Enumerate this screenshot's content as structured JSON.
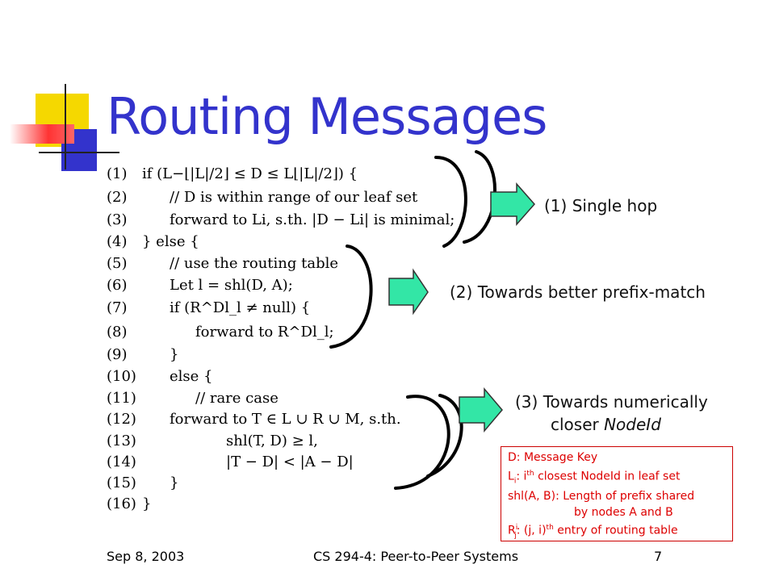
{
  "slide": {
    "title": "Routing Messages",
    "footer_date": "Sep 8, 2003",
    "footer_course": "CS 294-4: Peer-to-Peer Systems",
    "page_number": "7"
  },
  "code": {
    "lines": [
      {
        "num": "(1)",
        "text": "if (L−⌊|L|/2⌋ ≤ D ≤ L⌊|L|/2⌋) {"
      },
      {
        "num": "(2)",
        "text": "// D is within range of our leaf set"
      },
      {
        "num": "(3)",
        "text": "forward to Li, s.th. |D − Li| is minimal;"
      },
      {
        "num": "(4)",
        "text": "} else {"
      },
      {
        "num": "(5)",
        "text": "// use the routing table"
      },
      {
        "num": "(6)",
        "text": "Let l = shl(D, A);"
      },
      {
        "num": "(7)",
        "text": "if (R^Dl_l ≠ null) {"
      },
      {
        "num": "(8)",
        "text": "forward to R^Dl_l;"
      },
      {
        "num": "(9)",
        "text": "}"
      },
      {
        "num": "(10)",
        "text": "else {"
      },
      {
        "num": "(11)",
        "text": "// rare case"
      },
      {
        "num": "(12)",
        "text": "forward to T ∈ L ∪ R ∪ M, s.th."
      },
      {
        "num": "(13)",
        "text": "shl(T, D) ≥ l,"
      },
      {
        "num": "(14)",
        "text": "|T − D| < |A − D|"
      },
      {
        "num": "(15)",
        "text": "}"
      },
      {
        "num": "(16)",
        "text": "}"
      }
    ]
  },
  "labels": {
    "single_hop": "(1) Single hop",
    "prefix_match": "(2) Towards better prefix-match",
    "numerically_line1": "(3) Towards numerically",
    "numerically_line2_prefix": "closer ",
    "numerically_line2_italic": "NodeId"
  },
  "legend": {
    "d_key": "D: Message Key",
    "li_prefix": "L",
    "li_sub": "i",
    "li_mid": ": i",
    "li_sup": "th",
    "li_rest": " closest NodeId in leaf set",
    "shl_line1": "shl(A, B): Length of prefix shared",
    "shl_line2": "by nodes A and B",
    "r_prefix": "R",
    "r_sup": "i",
    "r_sub": "j",
    "r_rest": ": (j, i)",
    "r_sup2": "th",
    "r_rest2": " entry of routing table"
  },
  "colors": {
    "title": "#3333cc",
    "arrow_fill": "#33e6a6",
    "legend_text": "#dd0000",
    "deco_yellow": "#f5d800",
    "deco_blue": "#3333cc",
    "deco_red": "#ff3333"
  }
}
